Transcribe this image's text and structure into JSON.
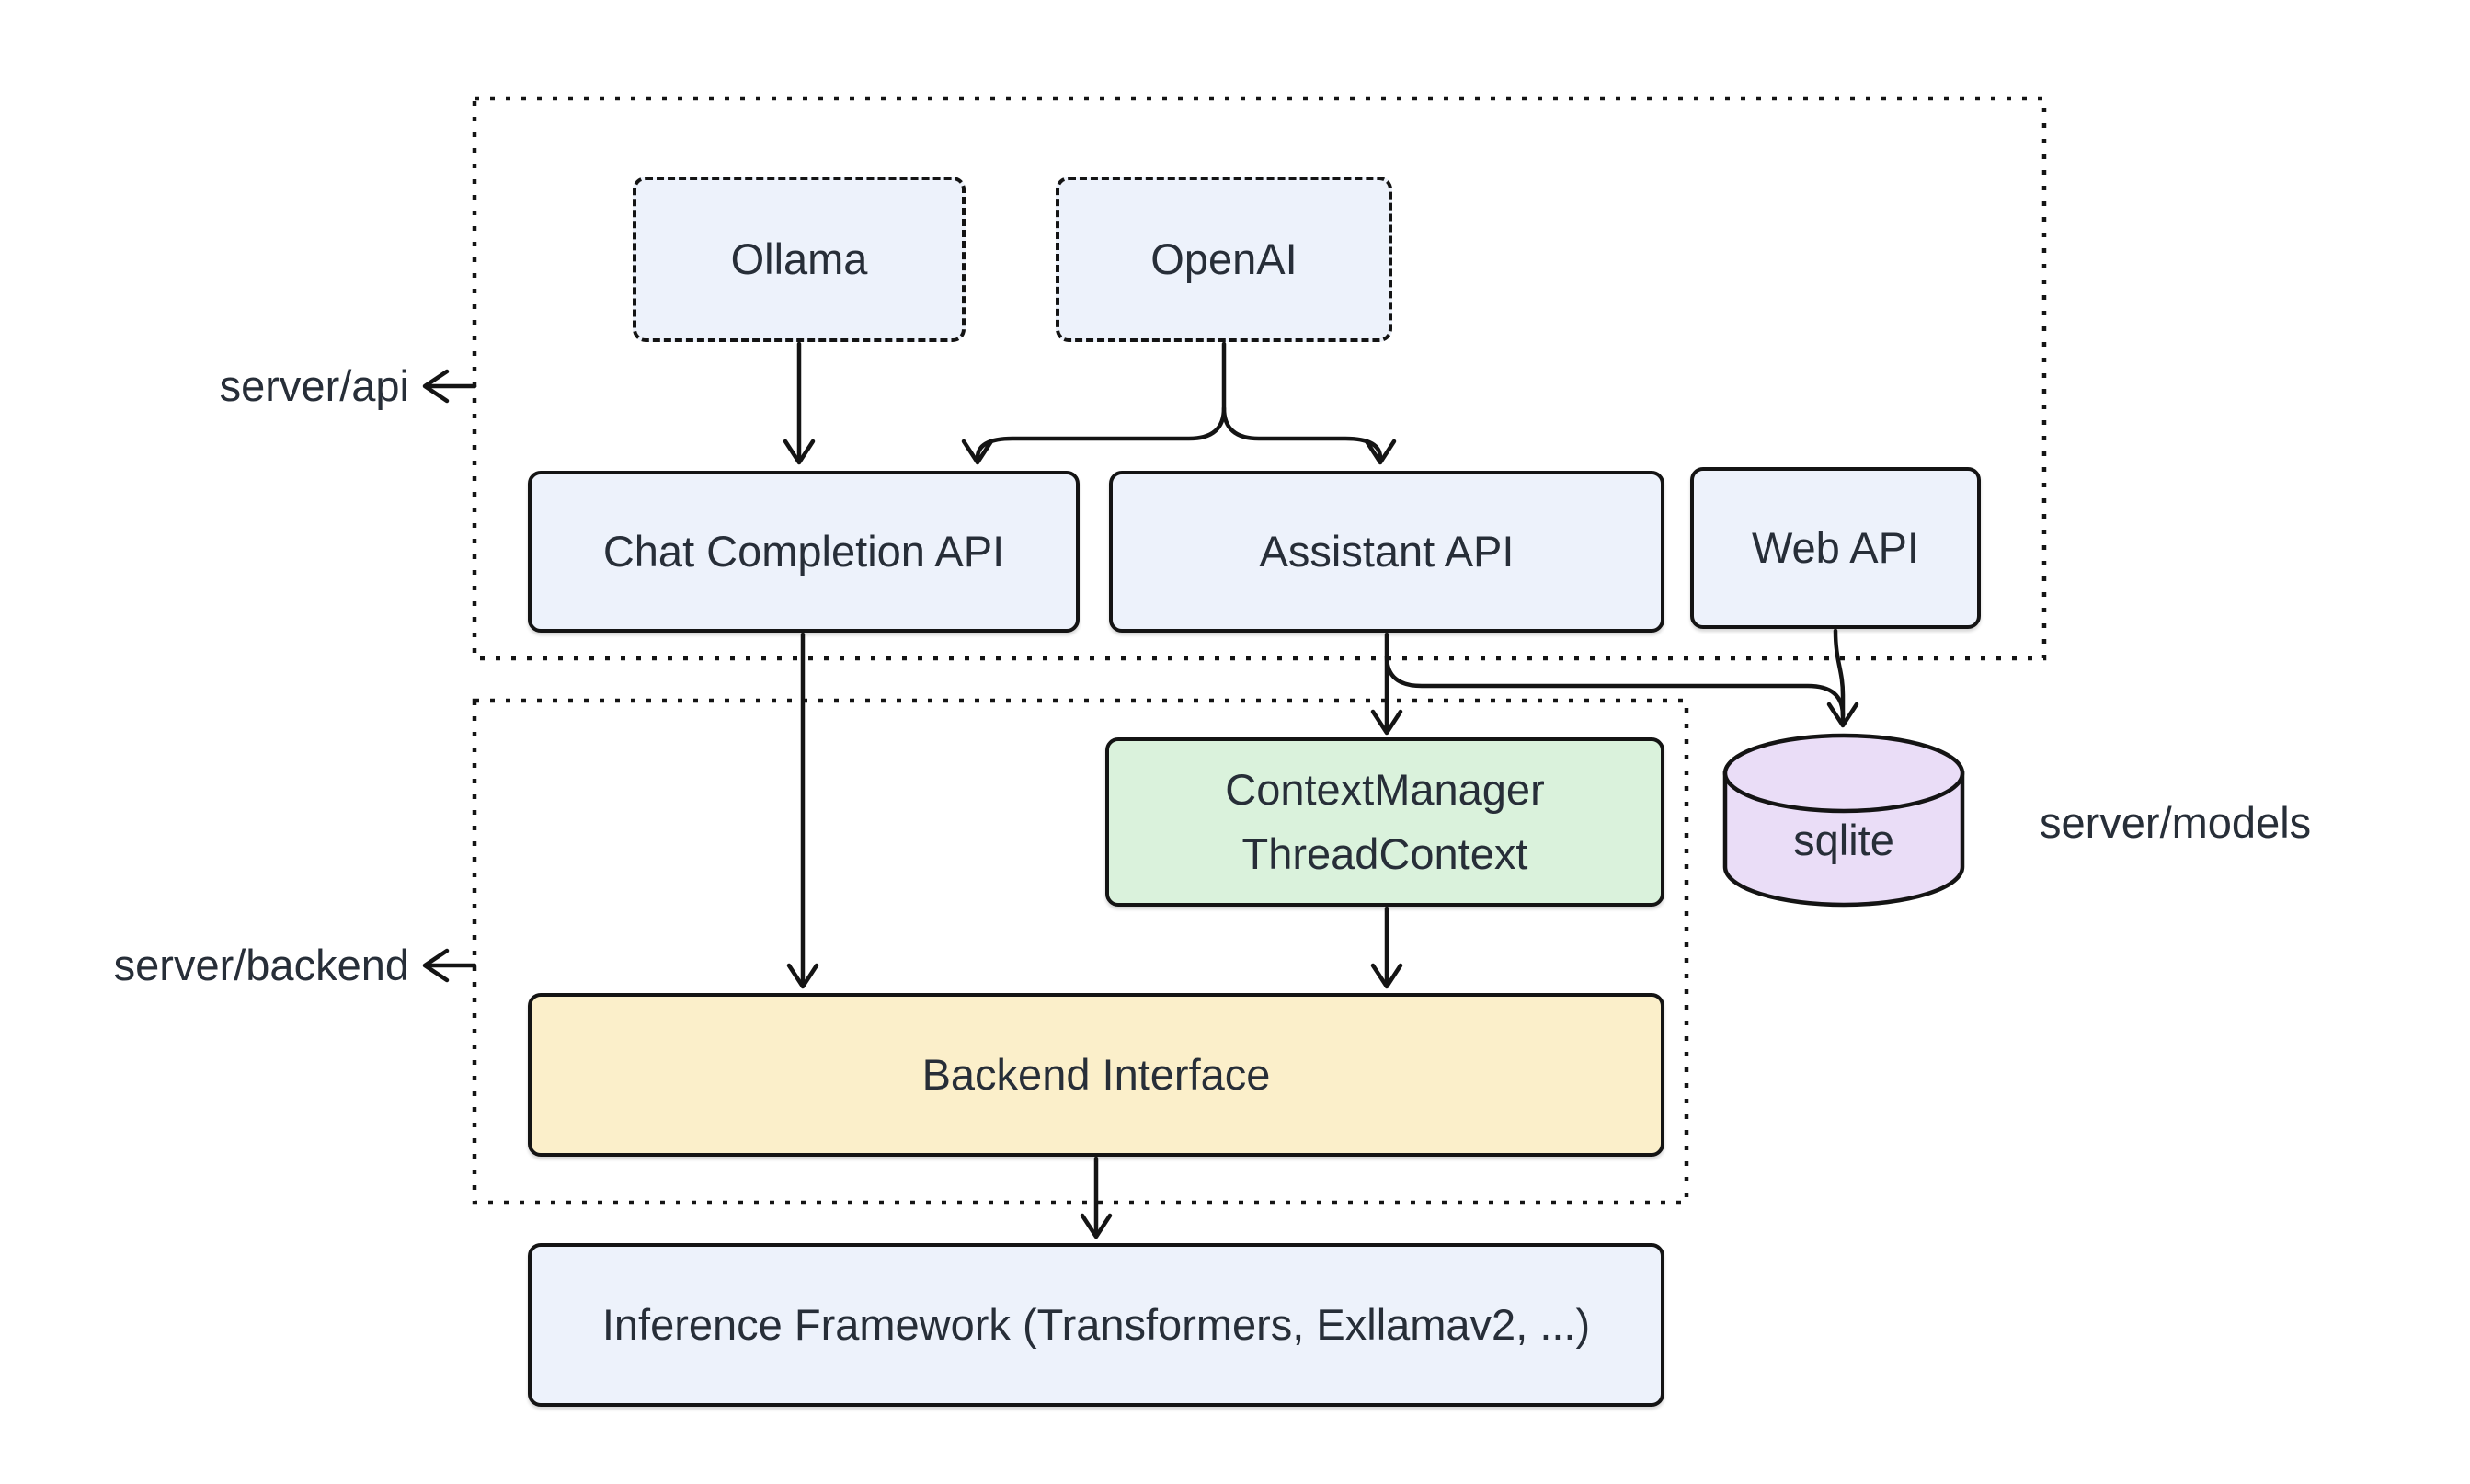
{
  "groups": {
    "api": {
      "label": "server/api"
    },
    "backend": {
      "label": "server/backend"
    },
    "models": {
      "label": "server/models"
    }
  },
  "nodes": {
    "ollama": {
      "label": "Ollama"
    },
    "openai": {
      "label": "OpenAI"
    },
    "chat_completion": {
      "label": "Chat Completion API"
    },
    "assistant": {
      "label": "Assistant API"
    },
    "web": {
      "label": "Web API"
    },
    "context": {
      "label_line1": "ContextManager",
      "label_line2": "ThreadContext"
    },
    "sqlite": {
      "label": "sqlite"
    },
    "backend_interface": {
      "label": "Backend Interface"
    },
    "inference": {
      "label": "Inference Framework (Transformers, Exllamav2, ...)"
    }
  },
  "edges": [
    {
      "from": "Ollama",
      "to": "Chat Completion API"
    },
    {
      "from": "OpenAI",
      "to": "Chat Completion API"
    },
    {
      "from": "OpenAI",
      "to": "Assistant API"
    },
    {
      "from": "Chat Completion API",
      "to": "Backend Interface"
    },
    {
      "from": "Assistant API",
      "to": "ContextManager ThreadContext"
    },
    {
      "from": "Assistant API",
      "to": "sqlite"
    },
    {
      "from": "Web API",
      "to": "sqlite"
    },
    {
      "from": "ContextManager ThreadContext",
      "to": "Backend Interface"
    },
    {
      "from": "Backend Interface",
      "to": "Inference Framework (Transformers, Exllamav2, ...)"
    }
  ],
  "colors": {
    "node_blue": "#edf2fb",
    "node_green": "#daf2dc",
    "node_yellow": "#fbefca",
    "node_purple": "#eaddf7",
    "stroke": "#141414",
    "text": "#272e38",
    "background": "#ffffff"
  }
}
